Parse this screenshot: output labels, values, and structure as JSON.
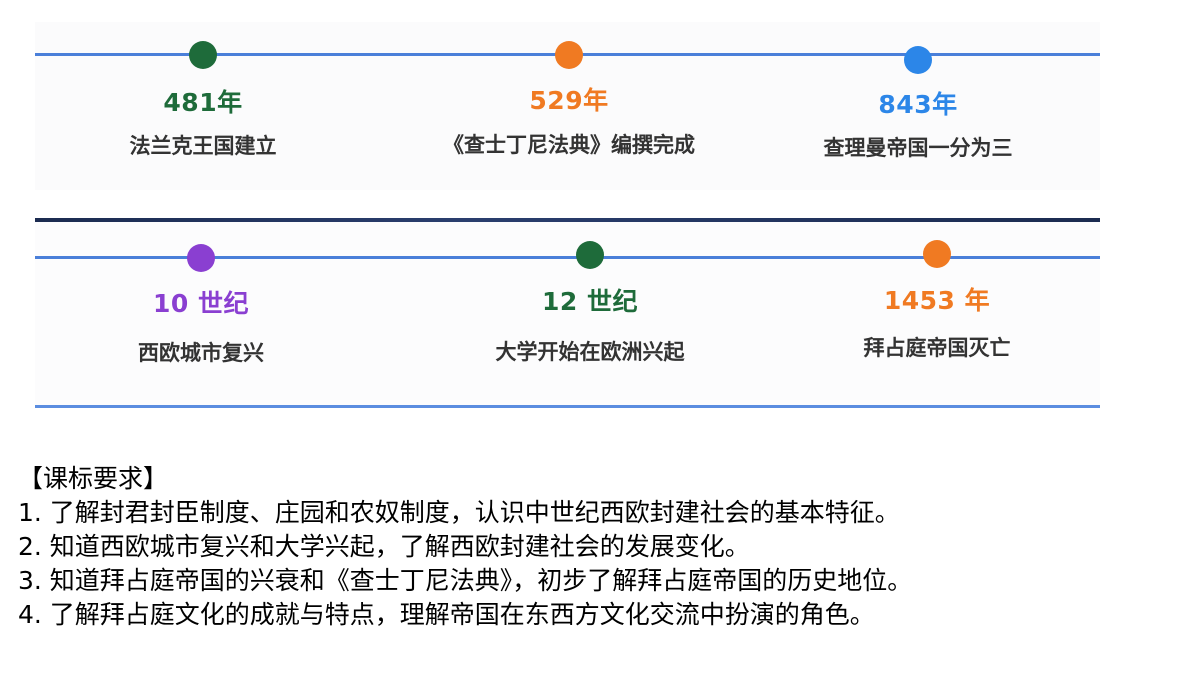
{
  "timeline1": {
    "events": [
      {
        "year": "481年",
        "label": "法兰克王国建立",
        "color": "#1e6b3a"
      },
      {
        "year": "529年",
        "label": "《查士丁尼法典》编撰完成",
        "color": "#f07a22"
      },
      {
        "year": "843年",
        "label": "查理曼帝国一分为三",
        "color": "#2c86e8"
      }
    ]
  },
  "timeline2": {
    "events": [
      {
        "year": "10 世纪",
        "label": "西欧城市复兴",
        "color": "#8a3fd1"
      },
      {
        "year": "12 世纪",
        "label": "大学开始在欧洲兴起",
        "color": "#1e6b3a"
      },
      {
        "year": "1453 年",
        "label": "拜占庭帝国灭亡",
        "color": "#f07a22"
      }
    ]
  },
  "requirements": {
    "heading": "【课标要求】",
    "items": [
      "1. 了解封君封臣制度、庄园和农奴制度，认识中世纪西欧封建社会的基本特征。",
      "2. 知道西欧城市复兴和大学兴起，了解西欧封建社会的发展变化。",
      "3. 知道拜占庭帝国的兴衰和《查士丁尼法典》，初步了解拜占庭帝国的历史地位。",
      "4. 了解拜占庭文化的成就与特点，理解帝国在东西方文化交流中扮演的角色。"
    ]
  }
}
